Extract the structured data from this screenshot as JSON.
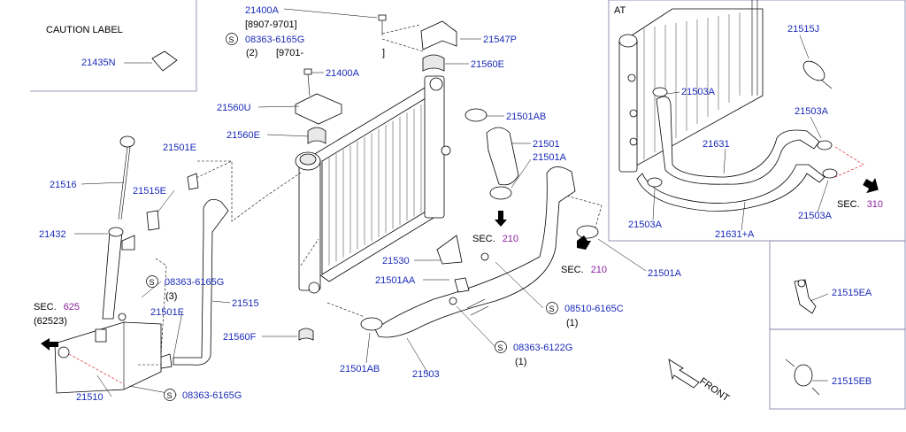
{
  "labels": {
    "caution_label": "CAUTION   LABEL",
    "at": "AT",
    "front": "FRONT",
    "p21435N": "21435N",
    "p21400A_top": "21400A",
    "date1": "[8907-9701]",
    "s_top": "S",
    "p08363_6165G_top": "08363-6165G",
    "qty_top": "(2)",
    "date2": "[9701-",
    "date2_end": "]",
    "p21547P": "21547P",
    "p21560E_top": "21560E",
    "p21400A_mid": "21400A",
    "p21560U": "21560U",
    "p21560E_left": "21560E",
    "p21501AB_top": "21501AB",
    "p21501": "21501",
    "p21501A_mid": "21501A",
    "p21501E_top": "21501E",
    "p21516": "21516",
    "p21515E": "21515E",
    "p21432": "21432",
    "p21530": "21530",
    "p21501AA": "21501AA",
    "sec210_a": "SEC.",
    "sec210_a_num": "210",
    "sec210_b": "SEC.",
    "sec210_b_num": "210",
    "p21501A_right": "21501A",
    "s_left": "S",
    "p08363_6165G_left": "08363-6165G",
    "qty_left": "(3)",
    "sec625": "SEC.",
    "sec625_num": "625",
    "p62523": "(62523)",
    "p21501E_low": "21501E",
    "p21515": "21515",
    "p21560F": "21560F",
    "s_mid": "S",
    "p08510_6165C": "08510-6165C",
    "qty_mid": "(1)",
    "s_low": "S",
    "p08363_6122G": "08363-6122G",
    "qty_low": "(1)",
    "p21510": "21510",
    "s_bottom": "S",
    "p08363_6165G_bottom": "08363-6165G",
    "p21501AB_low": "21501AB",
    "p21503": "21503",
    "p21515J": "21515J",
    "p21503A_1": "21503A",
    "p21503A_2": "21503A",
    "p21631": "21631",
    "p21503A_3": "21503A",
    "p21631A": "21631+A",
    "p21503A_4": "21503A",
    "sec310": "SEC.",
    "sec310_num": "310",
    "p21515EA": "21515EA",
    "p21515EB": "21515EB"
  }
}
